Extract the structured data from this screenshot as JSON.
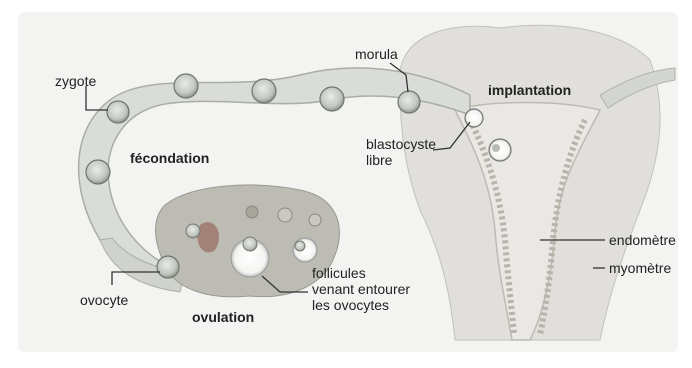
{
  "labels": {
    "zygote": "zygote",
    "fecondation": "fécondation",
    "morula": "morula",
    "implantation": "implantation",
    "blastocyste_lines": [
      "blastocyste",
      "libre"
    ],
    "endometre": "endomètre",
    "myometre": "myomètre",
    "ovocyte": "ovocyte",
    "ovulation": "ovulation",
    "follicules_lines": [
      "follicules",
      "venant entourer",
      "les ovocytes"
    ]
  },
  "colors": {
    "background": "#f3f3f1",
    "tube": "#d9dcd8",
    "uterus": "#e0dfdb",
    "endometrium": "#c9c7bf",
    "ovary": "#bdbcb4",
    "cell": "#c4c9c2",
    "leader": "#333333"
  }
}
